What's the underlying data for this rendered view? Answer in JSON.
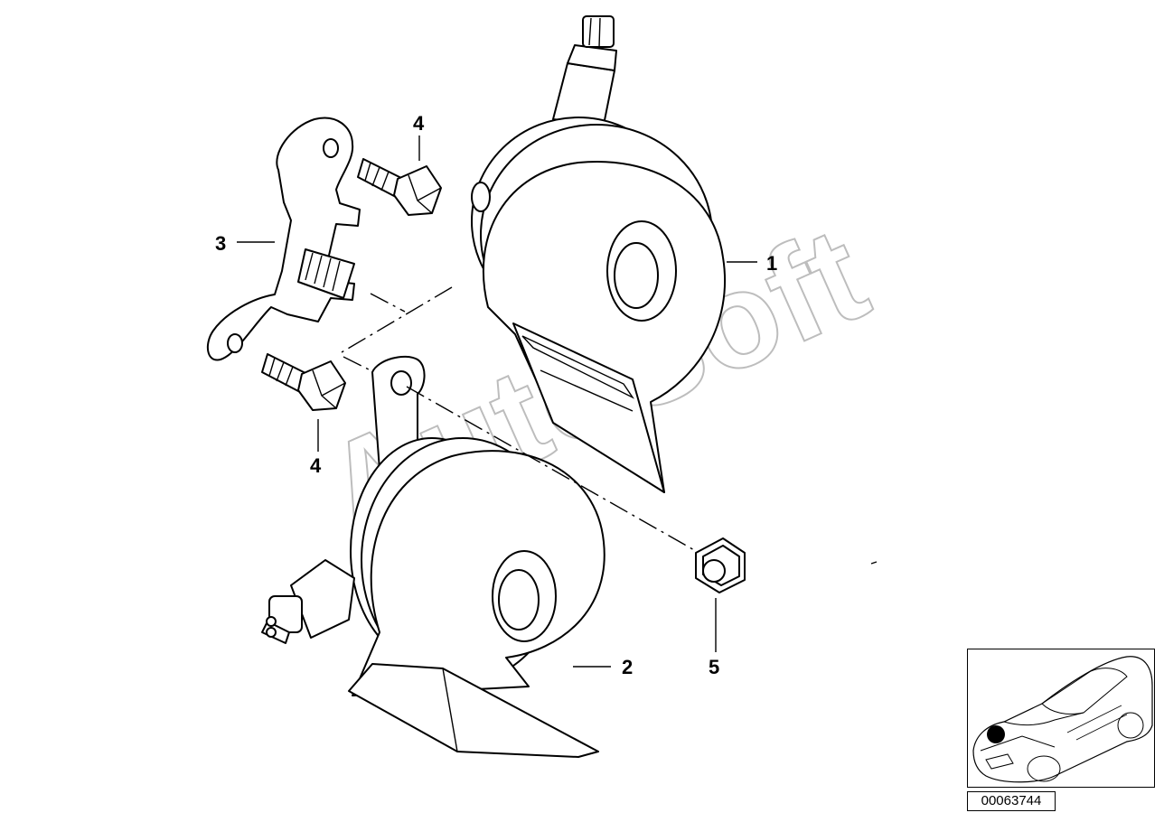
{
  "watermark": "AutoSoft",
  "callouts": {
    "c1": "1",
    "c2": "2",
    "c3": "3",
    "c4_top": "4",
    "c4_bottom": "4",
    "c5": "5"
  },
  "reference_number": "00063744",
  "colors": {
    "line": "#000000",
    "watermark": "#bdbdbd",
    "marker": "#000000"
  }
}
